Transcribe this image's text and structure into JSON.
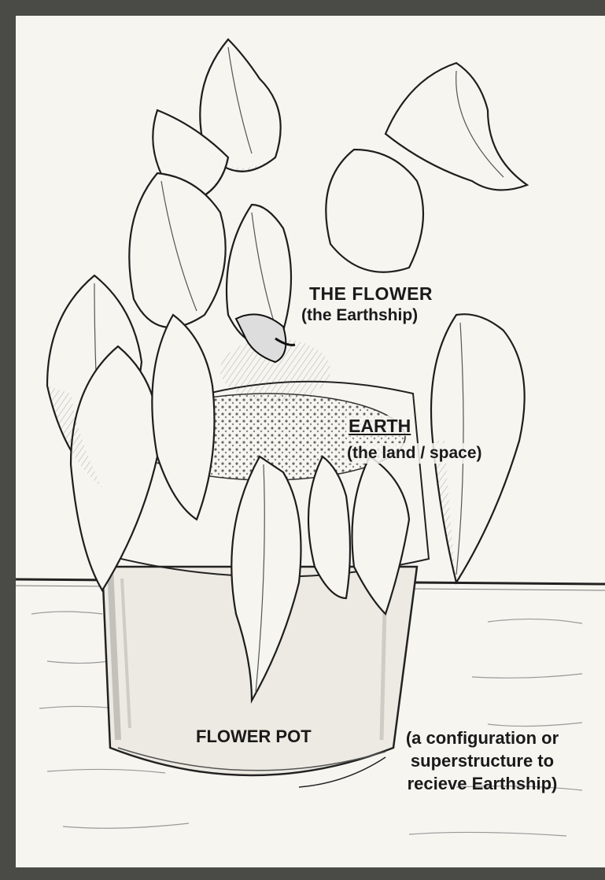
{
  "labels": {
    "flower": {
      "title": "THE FLOWER",
      "subtitle": "(the Earthship)"
    },
    "earth": {
      "title": "EARTH",
      "subtitle": "(the land / space)"
    },
    "pot": {
      "title": "FLOWER POT",
      "description": [
        "(a configuration or",
        "superstructure to",
        "recieve Earthship)"
      ]
    }
  }
}
